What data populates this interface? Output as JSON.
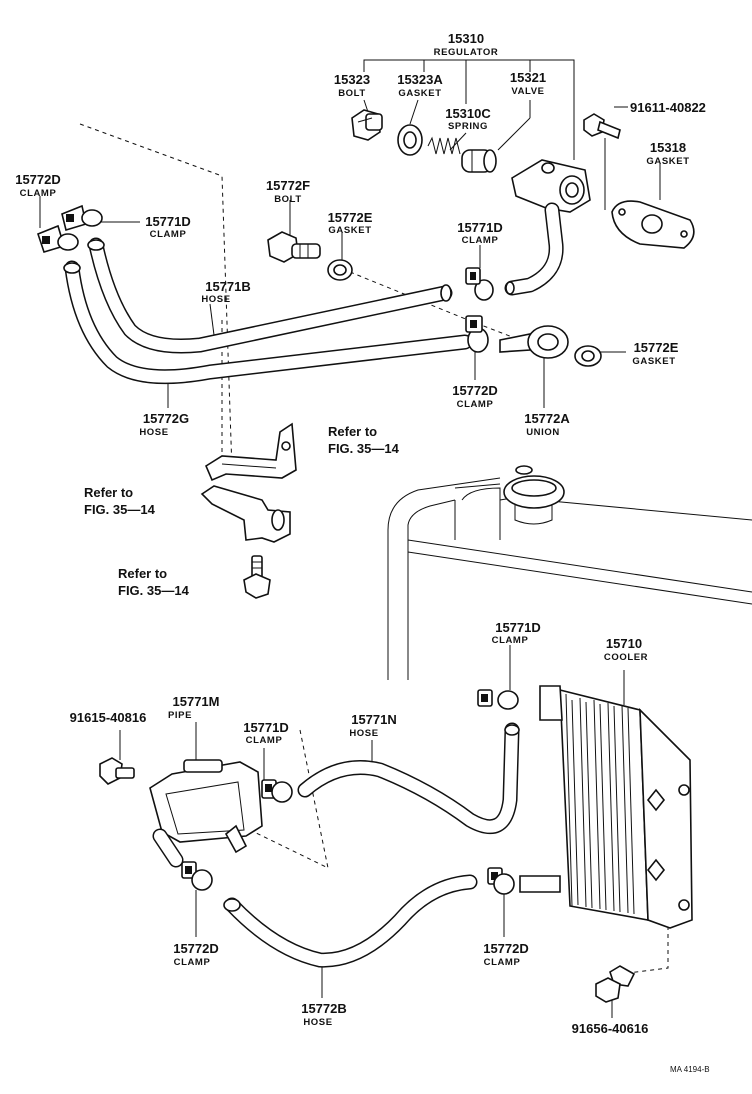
{
  "labels": {
    "regulator": {
      "part": "15310",
      "name": "REGULATOR"
    },
    "bolt_15323": {
      "part": "15323",
      "name": "BOLT"
    },
    "gasket_15323a": {
      "part": "15323A",
      "name": "GASKET"
    },
    "valve_15321": {
      "part": "15321",
      "name": "VALVE"
    },
    "spring_15310c": {
      "part": "15310C",
      "name": "SPRING"
    },
    "bolt_91611": {
      "part": "91611-40822"
    },
    "gasket_15318": {
      "part": "15318",
      "name": "GASKET"
    },
    "clamp_15772d_top": {
      "part": "15772D",
      "name": "CLAMP"
    },
    "clamp_15771d_left": {
      "part": "15771D",
      "name": "CLAMP"
    },
    "bolt_15772f": {
      "part": "15772F",
      "name": "BOLT"
    },
    "gasket_15772e_mid": {
      "part": "15772E",
      "name": "GASKET"
    },
    "clamp_15771d_mid": {
      "part": "15771D",
      "name": "CLAMP"
    },
    "hose_15771b": {
      "part": "15771B",
      "name": "HOSE"
    },
    "gasket_15772e_right": {
      "part": "15772E",
      "name": "GASKET"
    },
    "clamp_15772d_mid": {
      "part": "15772D",
      "name": "CLAMP"
    },
    "hose_15772g": {
      "part": "15772G",
      "name": "HOSE"
    },
    "union_15772a": {
      "part": "15772A",
      "name": "UNION"
    },
    "ref_1": {
      "line1": "Refer to",
      "line2": "FIG. 35—14"
    },
    "ref_2": {
      "line1": "Refer to",
      "line2": "FIG. 35—14"
    },
    "ref_3": {
      "line1": "Refer to",
      "line2": "FIG. 35—14"
    },
    "clamp_15771d_cooler": {
      "part": "15771D",
      "name": "CLAMP"
    },
    "cooler_15710": {
      "part": "15710",
      "name": "COOLER"
    },
    "pipe_15771m": {
      "part": "15771M",
      "name": "PIPE"
    },
    "bolt_91615": {
      "part": "91615-40816"
    },
    "clamp_15771d_pipe": {
      "part": "15771D",
      "name": "CLAMP"
    },
    "hose_15771n": {
      "part": "15771N",
      "name": "HOSE"
    },
    "clamp_15772d_bl": {
      "part": "15772D",
      "name": "CLAMP"
    },
    "hose_15772b": {
      "part": "15772B",
      "name": "HOSE"
    },
    "clamp_15772d_br": {
      "part": "15772D",
      "name": "CLAMP"
    },
    "bolt_91656": {
      "part": "91656-40616"
    },
    "footer_code": "MA 4194-B"
  }
}
